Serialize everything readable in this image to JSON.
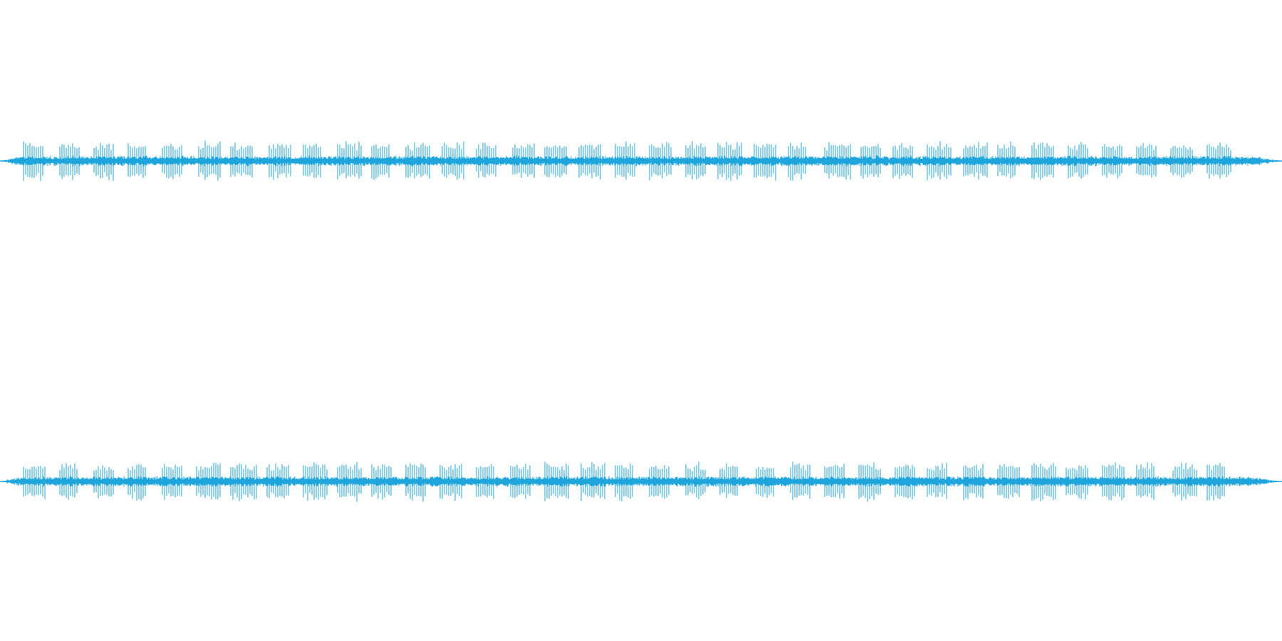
{
  "waveform": {
    "color": "#1ea5dc",
    "background": "#ffffff",
    "channels": [
      {
        "name": "",
        "burst_count": 35,
        "baseline_level": 0.12,
        "burst_level": 0.6
      },
      {
        "name": "",
        "burst_count": 35,
        "baseline_level": 0.12,
        "burst_level": 0.6
      }
    ]
  }
}
